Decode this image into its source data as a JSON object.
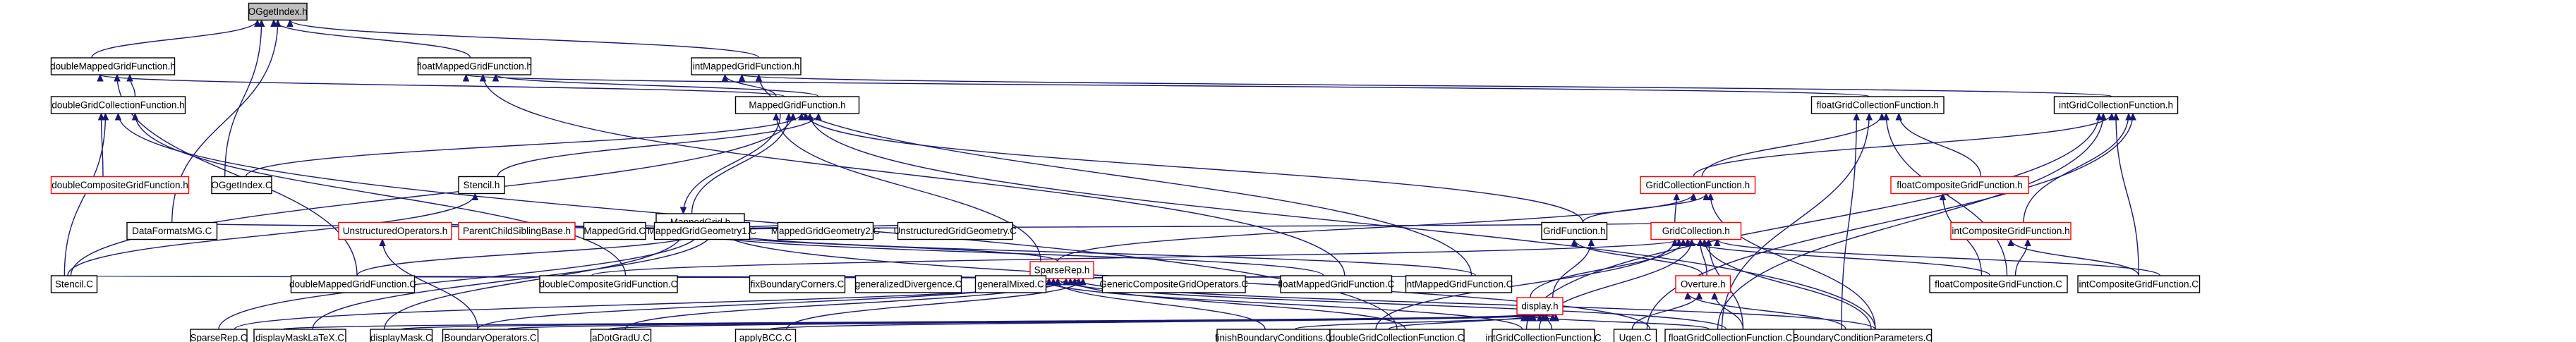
{
  "graph": {
    "title": "",
    "colors": {
      "edge": "#191970",
      "root_fill": "#bfbfbf",
      "node_fill": "#ffffff",
      "normal_border": "#000000",
      "truncated_border": "#ff0000"
    },
    "nodes": [
      {
        "id": "oget",
        "label": "OGgetIndex.h",
        "kind": "root"
      },
      {
        "id": "dmgf_h",
        "label": "doubleMappedGridFunction.h",
        "kind": "normal"
      },
      {
        "id": "fmgf_h",
        "label": "floatMappedGridFunction.h",
        "kind": "normal"
      },
      {
        "id": "imgf_h",
        "label": "intMappedGridFunction.h",
        "kind": "normal"
      },
      {
        "id": "dgcf_h",
        "label": "doubleGridCollectionFunction.h",
        "kind": "normal"
      },
      {
        "id": "mgf_h",
        "label": "MappedGridFunction.h",
        "kind": "normal"
      },
      {
        "id": "fgcf_h",
        "label": "floatGridCollectionFunction.h",
        "kind": "normal"
      },
      {
        "id": "igcf_h",
        "label": "intGridCollectionFunction.h",
        "kind": "normal"
      },
      {
        "id": "dcgf_h",
        "label": "doubleCompositeGridFunction.h",
        "kind": "truncated"
      },
      {
        "id": "oget_c",
        "label": "OGgetIndex.C",
        "kind": "normal"
      },
      {
        "id": "stencil_h",
        "label": "Stencil.h",
        "kind": "normal"
      },
      {
        "id": "gcf_h",
        "label": "GridCollectionFunction.h",
        "kind": "truncated"
      },
      {
        "id": "fcgf_h",
        "label": "floatCompositeGridFunction.h",
        "kind": "truncated"
      },
      {
        "id": "mg_h",
        "label": "MappedGrid.h",
        "kind": "normal"
      },
      {
        "id": "dfmg_c",
        "label": "DataFormatsMG.C",
        "kind": "normal"
      },
      {
        "id": "uo_h",
        "label": "UnstructuredOperators.h",
        "kind": "truncated"
      },
      {
        "id": "pcsb_h",
        "label": "ParentChildSiblingBase.h",
        "kind": "truncated"
      },
      {
        "id": "mg_c",
        "label": "MappedGrid.C",
        "kind": "normal"
      },
      {
        "id": "mgg1_c",
        "label": "MappedGridGeometry1.C",
        "kind": "normal"
      },
      {
        "id": "mgg2_c",
        "label": "MappedGridGeometry2.C",
        "kind": "normal"
      },
      {
        "id": "ugg_c",
        "label": "UnstructuredGridGeometry.C",
        "kind": "normal"
      },
      {
        "id": "gf_h",
        "label": "GridFunction.h",
        "kind": "normal"
      },
      {
        "id": "gc_h",
        "label": "GridCollection.h",
        "kind": "truncated"
      },
      {
        "id": "icgf_h",
        "label": "intCompositeGridFunction.h",
        "kind": "truncated"
      },
      {
        "id": "sr_h",
        "label": "SparseRep.h",
        "kind": "truncated"
      },
      {
        "id": "stencil_c",
        "label": "Stencil.C",
        "kind": "normal"
      },
      {
        "id": "dmgf_c",
        "label": "doubleMappedGridFunction.C",
        "kind": "normal"
      },
      {
        "id": "dcgf_c",
        "label": "doubleCompositeGridFunction.C",
        "kind": "normal"
      },
      {
        "id": "fbc_c",
        "label": "fixBoundaryCorners.C",
        "kind": "normal"
      },
      {
        "id": "gd_c",
        "label": "generalizedDivergence.C",
        "kind": "normal"
      },
      {
        "id": "gm_c",
        "label": "generalMixed.C",
        "kind": "normal"
      },
      {
        "id": "gcgo_c",
        "label": "GenericCompositeGridOperators.C",
        "kind": "normal"
      },
      {
        "id": "fmgf_c",
        "label": "floatMappedGridFunction.C",
        "kind": "normal"
      },
      {
        "id": "imgf_c",
        "label": "intMappedGridFunction.C",
        "kind": "normal"
      },
      {
        "id": "display_h",
        "label": "display.h",
        "kind": "truncated"
      },
      {
        "id": "overture_h",
        "label": "Overture.h",
        "kind": "truncated"
      },
      {
        "id": "fcgf_c",
        "label": "floatCompositeGridFunction.C",
        "kind": "normal"
      },
      {
        "id": "icgf_c",
        "label": "intCompositeGridFunction.C",
        "kind": "normal"
      },
      {
        "id": "sr_c",
        "label": "SparseRep.C",
        "kind": "normal"
      },
      {
        "id": "dml_c",
        "label": "displayMaskLaTeX.C",
        "kind": "normal"
      },
      {
        "id": "dm_c",
        "label": "displayMask.C",
        "kind": "normal"
      },
      {
        "id": "bo_c",
        "label": "BoundaryOperators.C",
        "kind": "normal"
      },
      {
        "id": "adg_c",
        "label": "aDotGradU.C",
        "kind": "normal"
      },
      {
        "id": "abcc_c",
        "label": "applyBCC.C",
        "kind": "normal"
      },
      {
        "id": "fbcond_c",
        "label": "finishBoundaryConditions.C",
        "kind": "normal"
      },
      {
        "id": "dgcf_c",
        "label": "doubleGridCollectionFunction.C",
        "kind": "normal"
      },
      {
        "id": "igcf_c",
        "label": "intGridCollectionFunction.C",
        "kind": "normal"
      },
      {
        "id": "ugen_c",
        "label": "Ugen.C",
        "kind": "normal"
      },
      {
        "id": "fgcf_c",
        "label": "floatGridCollectionFunction.C",
        "kind": "normal"
      },
      {
        "id": "bcp_c",
        "label": "BoundaryConditionParameters.C",
        "kind": "normal"
      }
    ],
    "edges": [
      [
        "dmgf_h",
        "oget"
      ],
      [
        "fmgf_h",
        "oget"
      ],
      [
        "imgf_h",
        "oget"
      ],
      [
        "oget_c",
        "oget"
      ],
      [
        "dfmg_c",
        "oget"
      ],
      [
        "dgcf_h",
        "dmgf_h"
      ],
      [
        "mgf_h",
        "dmgf_h"
      ],
      [
        "dmgf_c",
        "dmgf_h"
      ],
      [
        "mgf_h",
        "fmgf_h"
      ],
      [
        "fgcf_h",
        "fmgf_h"
      ],
      [
        "fmgf_c",
        "fmgf_h"
      ],
      [
        "mgf_h",
        "imgf_h"
      ],
      [
        "igcf_h",
        "imgf_h"
      ],
      [
        "imgf_c",
        "imgf_h"
      ],
      [
        "dcgf_h",
        "dgcf_h"
      ],
      [
        "dgcf_c",
        "dgcf_h"
      ],
      [
        "dcgf_c",
        "dgcf_h"
      ],
      [
        "stencil_c",
        "dgcf_h"
      ],
      [
        "gcf_h",
        "fgcf_h"
      ],
      [
        "fcgf_h",
        "fgcf_h"
      ],
      [
        "fgcf_c",
        "fgcf_h"
      ],
      [
        "fcgf_c",
        "fgcf_h"
      ],
      [
        "bcp_c",
        "fgcf_h"
      ],
      [
        "gcf_h",
        "igcf_h"
      ],
      [
        "icgf_h",
        "igcf_h"
      ],
      [
        "igcf_c",
        "igcf_h"
      ],
      [
        "icgf_c",
        "igcf_h"
      ],
      [
        "ugen_c",
        "igcf_h"
      ],
      [
        "fgcf_c",
        "igcf_h"
      ],
      [
        "oget_c",
        "mgf_h"
      ],
      [
        "stencil_h",
        "mgf_h"
      ],
      [
        "mg_h",
        "mgf_h"
      ],
      [
        "gf_h",
        "mgf_h"
      ],
      [
        "sr_h",
        "mgf_h"
      ],
      [
        "stencil_c",
        "mgf_h"
      ],
      [
        "bcp_c",
        "mgf_h"
      ],
      [
        "mgf_h",
        "mg_h"
      ],
      [
        "dfmg_c",
        "mg_h"
      ],
      [
        "uo_h",
        "mg_h"
      ],
      [
        "pcsb_h",
        "mg_h"
      ],
      [
        "mg_c",
        "mg_h"
      ],
      [
        "mgg1_c",
        "mg_h"
      ],
      [
        "mgg2_c",
        "mg_h"
      ],
      [
        "ugg_c",
        "mg_h"
      ],
      [
        "gc_h",
        "mg_h"
      ],
      [
        "sr_h",
        "mg_h"
      ],
      [
        "dml_c",
        "mg_h"
      ],
      [
        "dm_c",
        "mg_h"
      ],
      [
        "sr_c",
        "mg_h"
      ],
      [
        "imgf_c",
        "mg_h"
      ],
      [
        "fmgf_c",
        "mg_h"
      ],
      [
        "dmgf_c",
        "mg_h"
      ],
      [
        "ugen_c",
        "mg_h"
      ],
      [
        "stencil_c",
        "stencil_h"
      ],
      [
        "gf_h",
        "gcf_h"
      ],
      [
        "gc_h",
        "gcf_h"
      ],
      [
        "sr_h",
        "gcf_h"
      ],
      [
        "bcp_c",
        "gcf_h"
      ],
      [
        "fcgf_c",
        "fcgf_h"
      ],
      [
        "overture_h",
        "gf_h"
      ],
      [
        "display_h",
        "gf_h"
      ],
      [
        "display_h",
        "gc_h"
      ],
      [
        "overture_h",
        "gc_h"
      ],
      [
        "icgf_c",
        "gc_h"
      ],
      [
        "fcgf_c",
        "gc_h"
      ],
      [
        "bcp_c",
        "gc_h"
      ],
      [
        "dgcf_c",
        "gc_h"
      ],
      [
        "igcf_c",
        "gc_h"
      ],
      [
        "fgcf_c",
        "gc_h"
      ],
      [
        "dcgf_c",
        "gc_h"
      ],
      [
        "icgf_c",
        "icgf_h"
      ],
      [
        "fcgf_c",
        "icgf_h"
      ],
      [
        "bo_c",
        "uo_h"
      ],
      [
        "stencil_c",
        "sr_h"
      ],
      [
        "dmgf_c",
        "sr_h"
      ],
      [
        "dcgf_c",
        "sr_h"
      ],
      [
        "fbc_c",
        "sr_h"
      ],
      [
        "gd_c",
        "sr_h"
      ],
      [
        "gm_c",
        "sr_h"
      ],
      [
        "gcgo_c",
        "sr_h"
      ],
      [
        "fmgf_c",
        "sr_h"
      ],
      [
        "imgf_c",
        "sr_h"
      ],
      [
        "sr_c",
        "sr_h"
      ],
      [
        "bo_c",
        "sr_h"
      ],
      [
        "adg_c",
        "sr_h"
      ],
      [
        "abcc_c",
        "sr_h"
      ],
      [
        "fbcond_c",
        "sr_h"
      ],
      [
        "dgcf_c",
        "sr_h"
      ],
      [
        "igcf_c",
        "sr_h"
      ],
      [
        "fgcf_c",
        "sr_h"
      ],
      [
        "bcp_c",
        "sr_h"
      ],
      [
        "dml_c",
        "display_h"
      ],
      [
        "dm_c",
        "display_h"
      ],
      [
        "bo_c",
        "display_h"
      ],
      [
        "adg_c",
        "display_h"
      ],
      [
        "abcc_c",
        "display_h"
      ],
      [
        "fbcond_c",
        "display_h"
      ],
      [
        "dgcf_c",
        "display_h"
      ],
      [
        "igcf_c",
        "display_h"
      ],
      [
        "fgcf_c",
        "display_h"
      ],
      [
        "ugen_c",
        "overture_h"
      ],
      [
        "fgcf_c",
        "overture_h"
      ],
      [
        "bcp_c",
        "overture_h"
      ]
    ]
  }
}
